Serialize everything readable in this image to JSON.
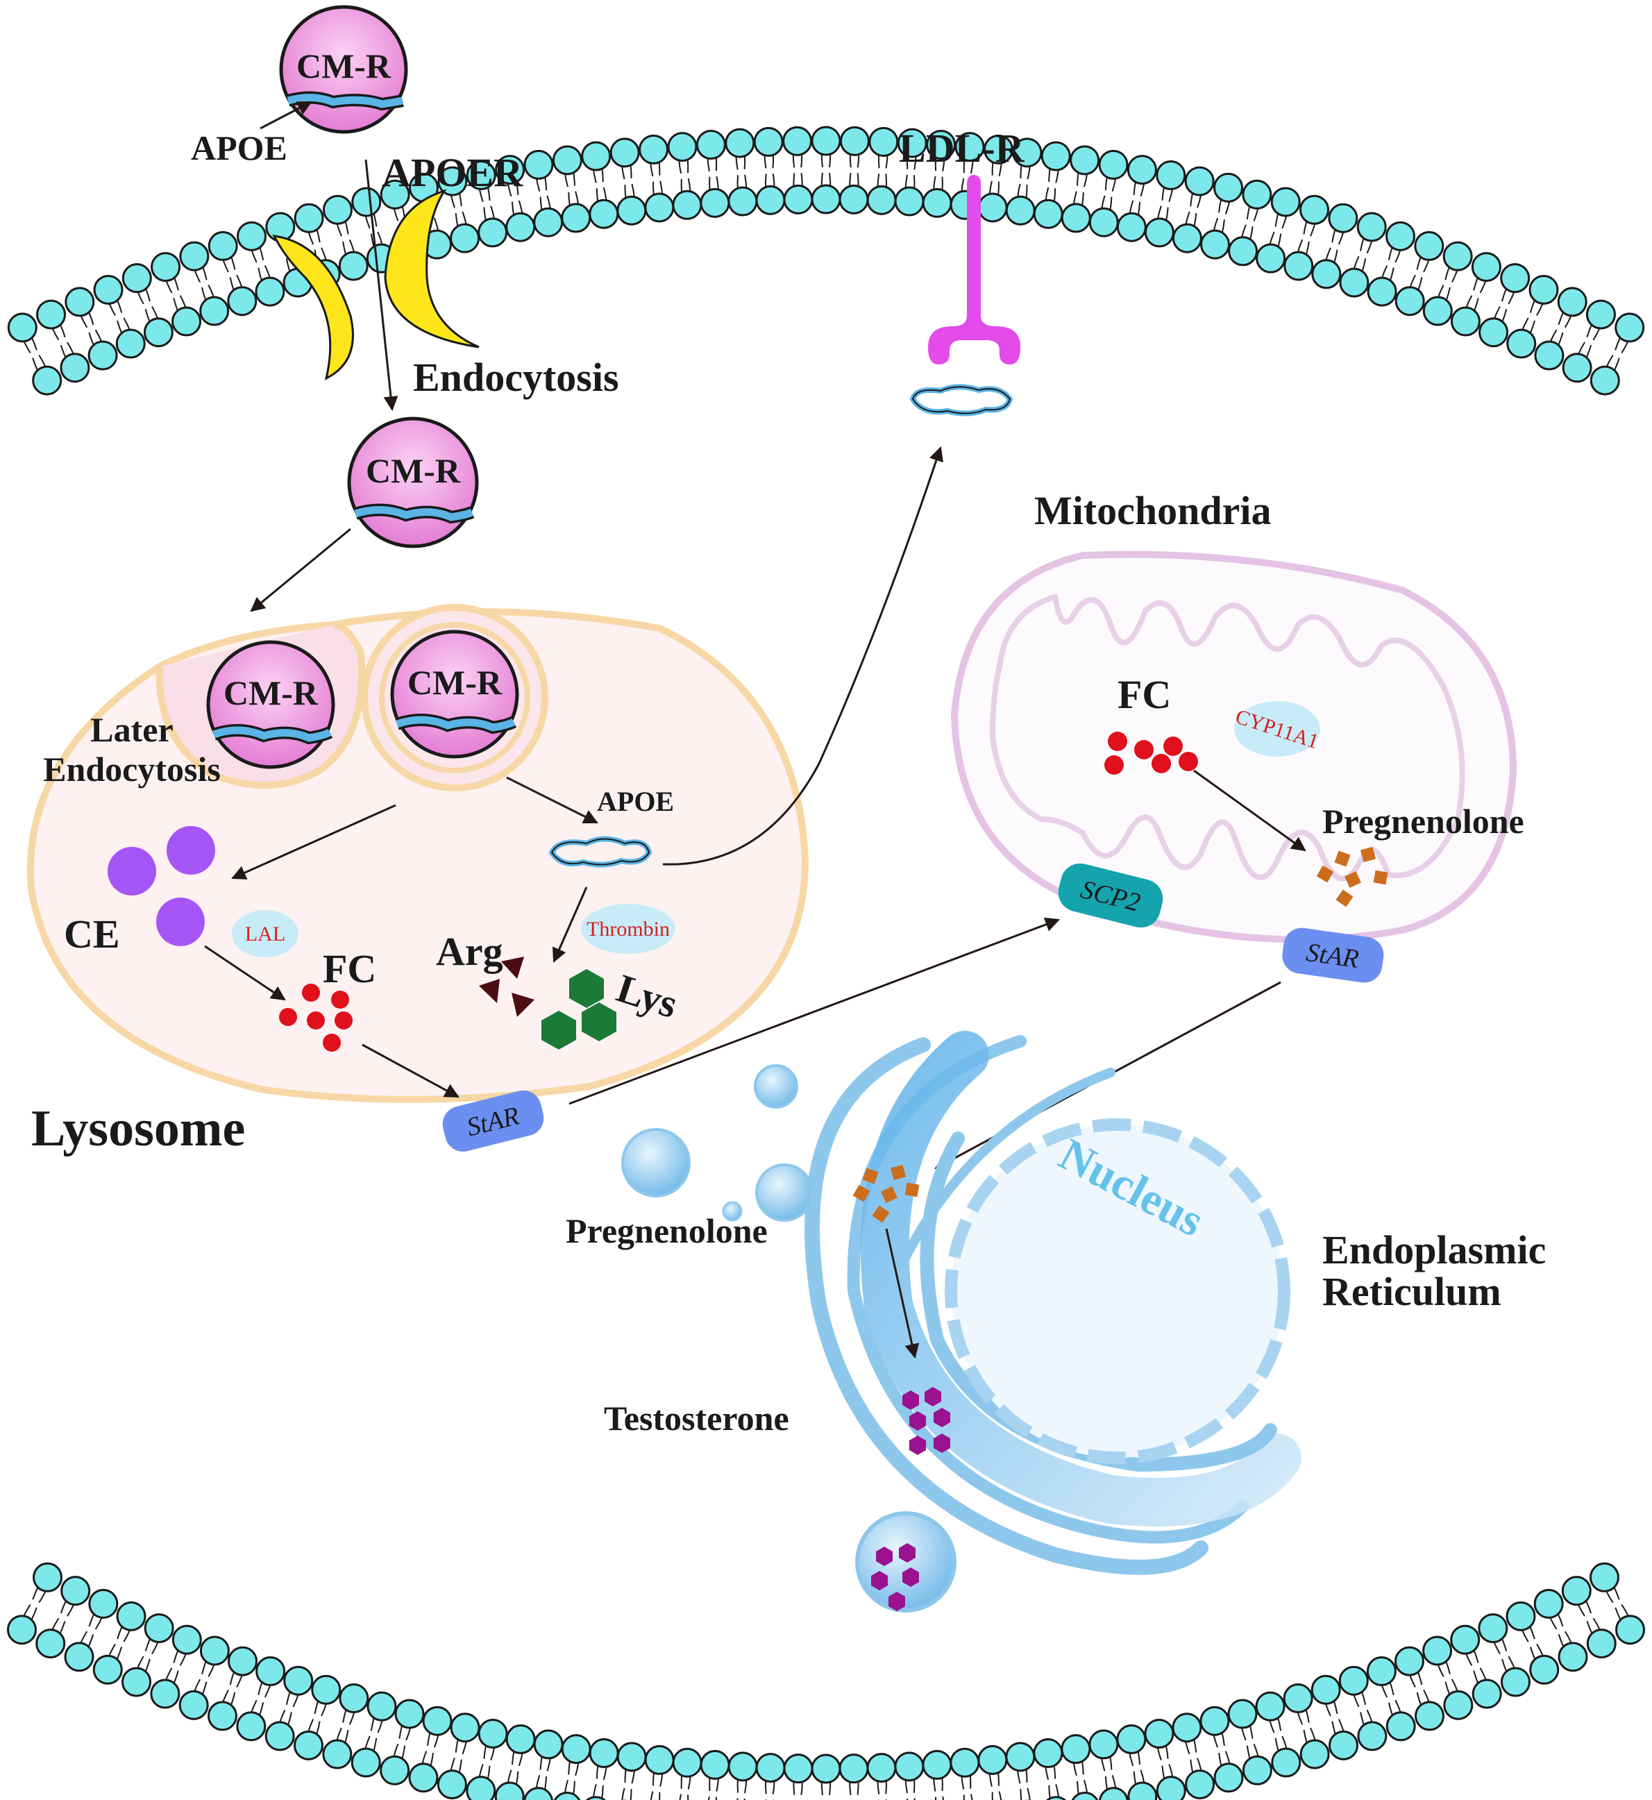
{
  "labels": {
    "cmr_top": "CM-R",
    "cmr_endocytosed": "CM-R",
    "cmr_lys_left": "CM-R",
    "cmr_lys_right": "CM-R",
    "apoe_top": "APOE",
    "apoer": "APOER",
    "endocytosis": "Endocytosis",
    "ldlr": "LDL-R",
    "mitochondria": "Mitochondria",
    "later_endocytosis_1": "Later",
    "later_endocytosis_2": "Endocytosis",
    "apoe_lys": "APOE",
    "ce": "CE",
    "lal": "LAL",
    "fc_lys": "FC",
    "thrombin": "Thrombin",
    "arg": "Arg",
    "lys": "Lys",
    "lysosome": "Lysosome",
    "star_lys": "StAR",
    "fc_mito": "FC",
    "cyp11a1": "CYP11A1",
    "pregnenolone_mito": "Pregnenolone",
    "scp2": "SCP2",
    "star_mito": "StAR",
    "nucleus": "Nucleus",
    "pregnenolone_er": "Pregnenolone",
    "endoplasmic_1": "Endoplasmic",
    "endoplasmic_2": "Reticulum",
    "testosterone": "Testosterone"
  },
  "colors": {
    "membrane_head": "#7de8ea",
    "cmr_particle": "#e887d7",
    "apoe_strand": "#5ab4e6",
    "apoer": "#ffe61a",
    "ldlr": "#e34ce8",
    "lysosome_fill": "#fdf1f1",
    "lysosome_border": "#f7d7a5",
    "mito_border": "#e4c3e4",
    "ce": "#a555f5",
    "fc": "#e0101c",
    "pregnenolone": "#cc6d1c",
    "arg": "#4b0d12",
    "lys": "#1a7a36",
    "testosterone": "#9a128f",
    "star": "#6b8ff0",
    "scp2": "#15a3ad",
    "enzyme_bubble": "#c8ecf7",
    "er": "#8ec7ec"
  }
}
